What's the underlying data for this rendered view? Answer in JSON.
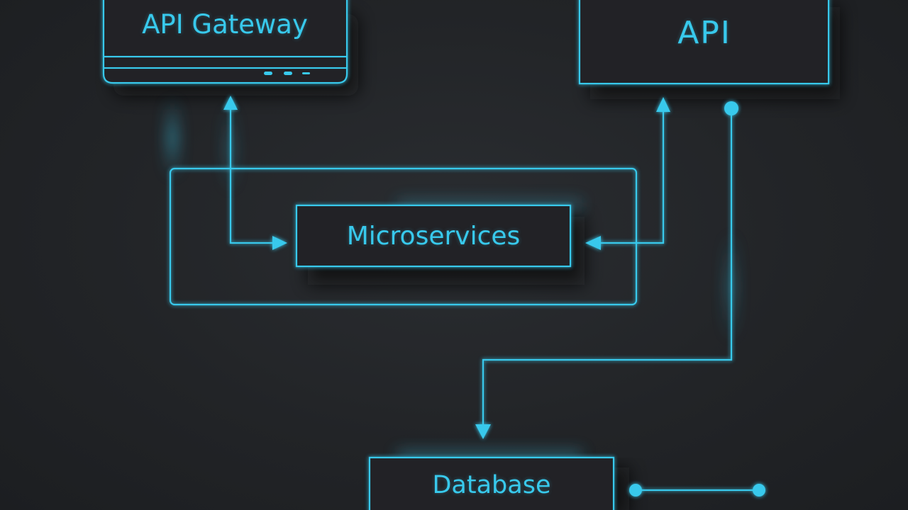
{
  "diagram": {
    "nodes": {
      "api_gateway": {
        "label": "API Gateway"
      },
      "api": {
        "label": "API"
      },
      "microservices": {
        "label": "Microservices"
      },
      "database": {
        "label": "Database"
      }
    },
    "edges": [
      {
        "from": "microservices",
        "to": "api_gateway",
        "style": "bidirectional-arrow"
      },
      {
        "from": "api",
        "to": "microservices",
        "style": "bidirectional-arrow"
      },
      {
        "from": "api",
        "to": "database",
        "style": "dot-to-arrow"
      },
      {
        "from": "database",
        "to": "",
        "style": "dot-to-dot"
      }
    ],
    "colors": {
      "background": "#232528",
      "accent": "#38c9ec",
      "box_fill": "#1f2124"
    }
  }
}
